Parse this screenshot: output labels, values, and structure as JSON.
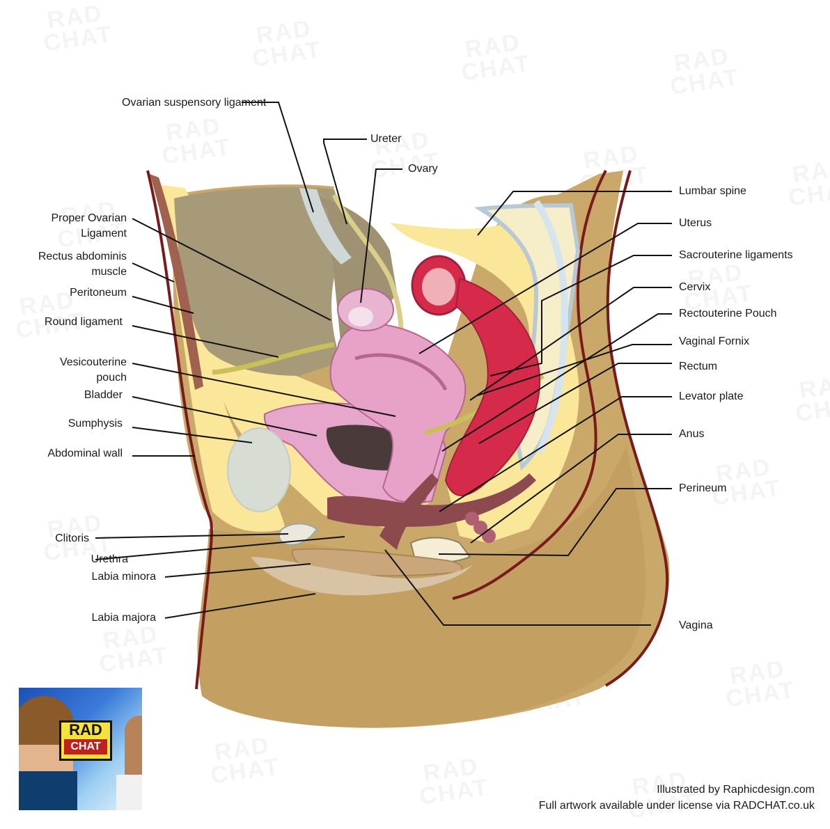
{
  "labels": {
    "ovarian_suspensory_ligament": "Ovarian suspensory ligament",
    "ureter": "Ureter",
    "ovary": "Ovary",
    "proper_ovarian_ligament": "Proper Ovarian Ligament",
    "rectus_abdominis_muscle": "Rectus abdominis muscle",
    "peritoneum": "Peritoneum",
    "round_ligament": "Round ligament",
    "vesicouterine_pouch": "Vesicouterine pouch",
    "bladder": "Bladder",
    "sumphysis": "Sumphysis",
    "abdominal_wall": "Abdominal wall",
    "clitoris": "Clitoris",
    "urethra": "Urethra",
    "labia_minora": "Labia minora",
    "labia_majora": "Labia majora",
    "lumbar_spine": "Lumbar spine",
    "uterus": "Uterus",
    "sacrouterine_ligaments": "Sacrouterine ligaments",
    "cervix": "Cervix",
    "rectouterine_pouch": "Rectouterine Pouch",
    "vaginal_fornix": "Vaginal Fornix",
    "rectum": "Rectum",
    "levator_plate": "Levator plate",
    "anus": "Anus",
    "perineum": "Perineum",
    "vagina": "Vagina"
  },
  "credits": {
    "line1": "Illustrated by Raphicdesign.com",
    "line2": "Full artwork available under license via RADCHAT.co.uk"
  },
  "watermark": "RAD CHAT",
  "logo_text": {
    "line1": "RAD",
    "line2": "CHAT"
  },
  "colors": {
    "skin": "#c9a86a",
    "skin_dark": "#a98a55",
    "fat": "#fbe79a",
    "uterus": "#e8a2c8",
    "rectum": "#d62a4a",
    "bladder_wall": "#e7a6cc",
    "ligament": "#c9c05a",
    "outline": "#7a1a1a"
  }
}
